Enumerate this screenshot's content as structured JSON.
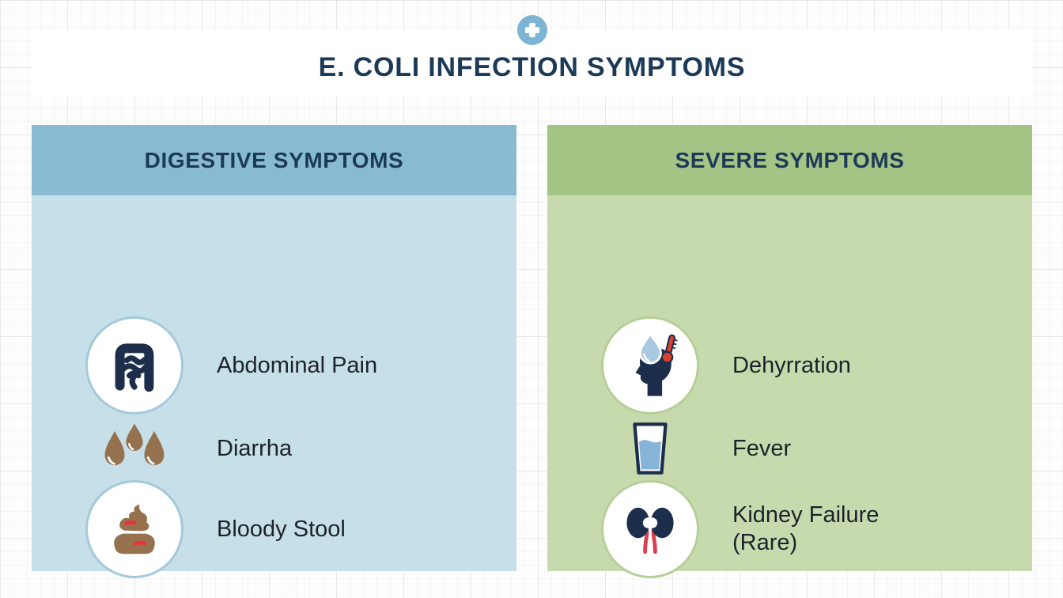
{
  "header": {
    "title": "E. COLI INFECTION SYMPTOMS",
    "badge_icon": "medical-cross-icon",
    "badge_color": "#7cb4d3"
  },
  "panels": [
    {
      "title": "DIGESTIVE SYMPTOMS",
      "header_color": "#89bad3",
      "body_color": "#c6dfe9",
      "items": [
        {
          "label": "Abdominal Pain",
          "icon": "intestines-icon",
          "in_circle": true
        },
        {
          "label": "Diarrha",
          "icon": "droplets-icon",
          "in_circle": false
        },
        {
          "label": "Bloody Stool",
          "icon": "bloody-stool-icon",
          "in_circle": true
        }
      ]
    },
    {
      "title": "SEVERE SYMPTOMS",
      "header_color": "#a4c485",
      "body_color": "#c6daae",
      "items": [
        {
          "label": "Dehyrration",
          "icon": "dehydration-head-icon",
          "in_circle": true
        },
        {
          "label": "Fever",
          "icon": "water-glass-icon",
          "in_circle": false
        },
        {
          "label": "Kidney Failure (Rare)",
          "icon": "kidneys-icon",
          "in_circle": true
        }
      ]
    }
  ],
  "colors": {
    "title_text": "#1c3a57",
    "item_text": "#1c222a",
    "icon_navy": "#1d2e4c",
    "icon_brown": "#96714e",
    "icon_red": "#d8403a",
    "icon_water_blue": "#86b3d8",
    "background": "grid-paper"
  }
}
